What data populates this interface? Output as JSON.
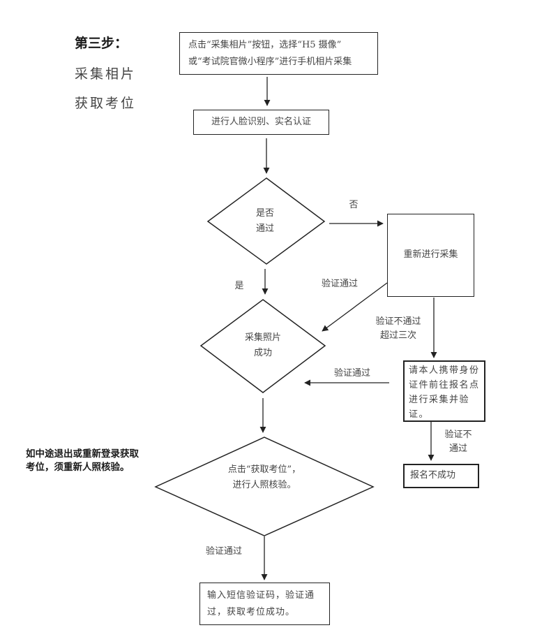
{
  "side": {
    "step_title": "第三步：",
    "step_subtitle_1": "采集相片",
    "step_subtitle_2": "获取考位",
    "note_line_1": "如中途退出或重新登录获取",
    "note_line_2": "考位，须重新人照核验。"
  },
  "nodes": {
    "collect_photo": {
      "line_1": "点击“采集相片”按钮，选择“H5 摄像”",
      "line_2": "或“考试院官微小程序”进行手机相片采集"
    },
    "face_verify": {
      "text": "进行人脸识别、实名认证"
    },
    "pass_decision": {
      "line_1": "是否",
      "line_2": "通过"
    },
    "recollect": {
      "text": "重新进行采集"
    },
    "photo_success": {
      "line_1": "采集照片",
      "line_2": "成功"
    },
    "onsite_verify": {
      "line_1": "请本人携带身份",
      "line_2": "证件前往报名点",
      "line_3": "进行采集并验",
      "line_4": "证。"
    },
    "registration_failed": {
      "text": "报名不成功"
    },
    "get_seat": {
      "line_1": "点击“获取考位”，",
      "line_2": "进行人照核验。"
    },
    "sms_verify": {
      "line_1": "输入短信验证码，验证通",
      "line_2": "过，获取考位成功。"
    }
  },
  "edge_labels": {
    "no": "否",
    "yes": "是",
    "recollect_pass": "验证通过",
    "recollect_fail_1": "验证不通过",
    "recollect_fail_2": "超过三次",
    "onsite_pass": "验证通过",
    "onsite_fail_1": "验证不",
    "onsite_fail_2": "通过",
    "seat_pass": "验证通过"
  },
  "colors": {
    "line": "#222222",
    "text": "#444444",
    "background": "#ffffff"
  }
}
